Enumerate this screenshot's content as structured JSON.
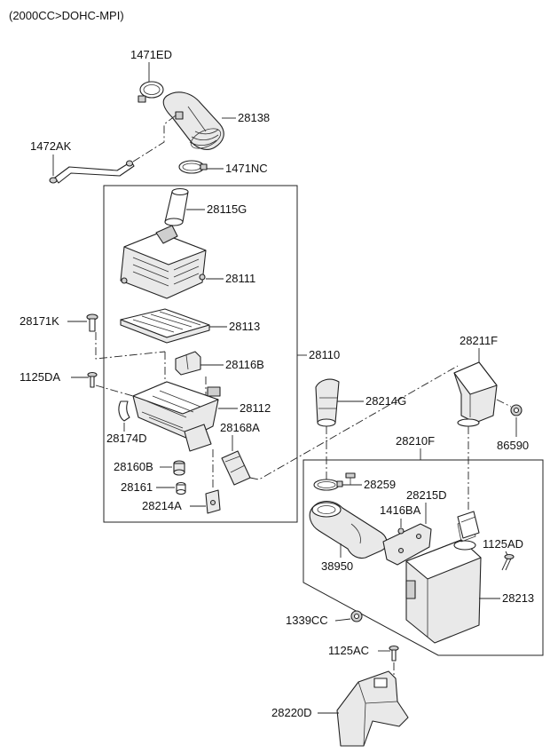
{
  "header": {
    "engine_spec": "(2000CC>DOHC-MPI)"
  },
  "labels": {
    "p1471ED": "1471ED",
    "p28138": "28138",
    "p1472AK": "1472AK",
    "p1471NC": "1471NC",
    "p28115G": "28115G",
    "p28111": "28111",
    "p28171K": "28171K",
    "p28113": "28113",
    "p28110": "28110",
    "p28116B": "28116B",
    "p1125DA": "1125DA",
    "p28112": "28112",
    "p28174D": "28174D",
    "p28168A": "28168A",
    "p28160B": "28160B",
    "p28161": "28161",
    "p28214A": "28214A",
    "p28211F": "28211F",
    "p28214G": "28214G",
    "p86590": "86590",
    "p28210F": "28210F",
    "p28259": "28259",
    "p28215D": "28215D",
    "p1416BA": "1416BA",
    "p1125AD": "1125AD",
    "p38950": "38950",
    "p28213": "28213",
    "p1339CC": "1339CC",
    "p1125AC": "1125AC",
    "p28220D": "28220D"
  }
}
